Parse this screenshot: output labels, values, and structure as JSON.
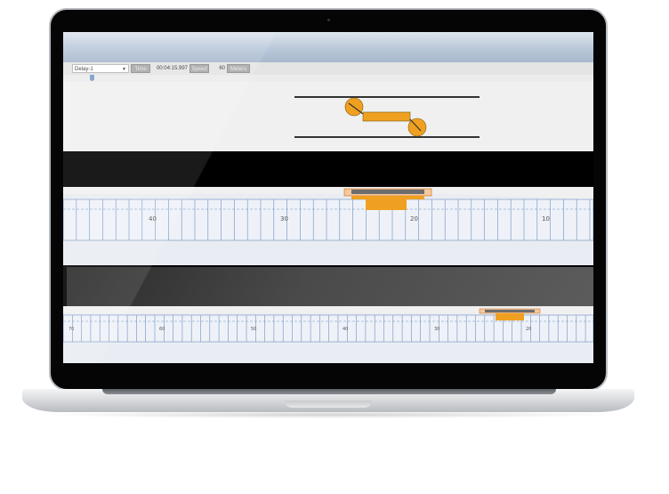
{
  "toolbar": {
    "combo_value": "Delay-1",
    "time_label": "Time",
    "time_value": "00:04:15.997",
    "speed_label": "Speed",
    "speed_value": "60",
    "meters_label": "Meters",
    "position_fraction": 0.05
  },
  "ruler_top": {
    "labels": [
      "40",
      "30",
      "20",
      "10"
    ]
  },
  "ruler_bottom": {
    "labels": [
      "70",
      "60",
      "50",
      "40",
      "30",
      "20"
    ]
  },
  "colors": {
    "accent": "#f0a020",
    "ruler_line": "#6f8fbf",
    "titlebar": "#b9c8d9"
  }
}
